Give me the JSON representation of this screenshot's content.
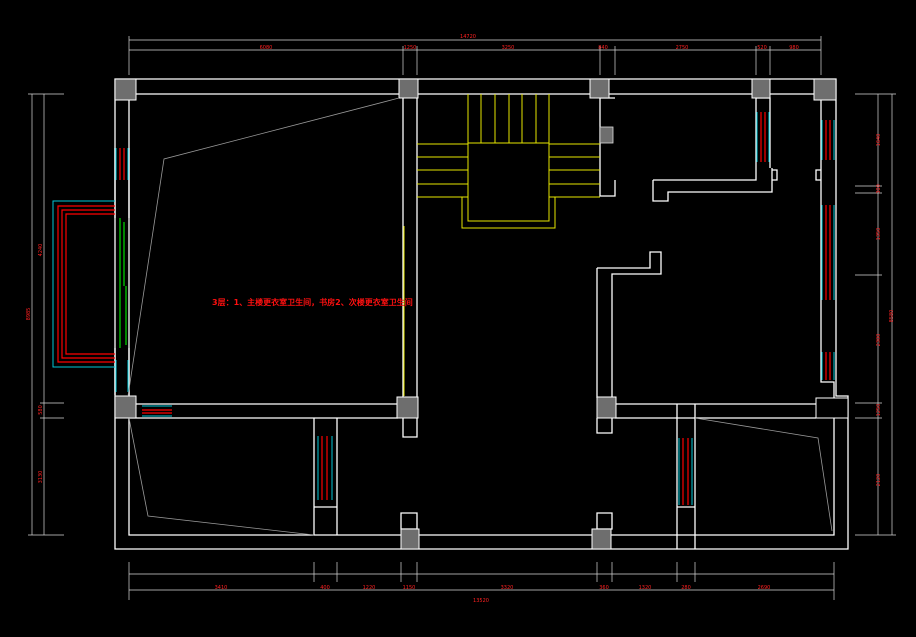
{
  "drawing": {
    "note": "3层：1、主楼更衣室卫生间，书房2、次楼更衣室卫生间"
  },
  "dimensions": {
    "top_total": "14720",
    "top": [
      "6080",
      "1250",
      "3250",
      "840",
      "2750",
      "520",
      "980"
    ],
    "bottom_total": "13520",
    "bottom": [
      "3410",
      "400",
      "1220",
      "1150",
      "3320",
      "360",
      "1320",
      "280",
      "2690"
    ],
    "left_total": "8985",
    "left": [
      "4240",
      "580",
      "3130"
    ],
    "right_total": "8580",
    "right": [
      "1640",
      "300",
      "1350",
      "2300",
      "1250",
      "2120"
    ]
  },
  "colors": {
    "wall": "#ffffff",
    "column": "#6e6e6e",
    "stair": "#e6e600",
    "window_red": "#ff0000",
    "window_cyan": "#00c8d8",
    "window_green": "#00dd00",
    "dimension_text": "#ff2020"
  }
}
